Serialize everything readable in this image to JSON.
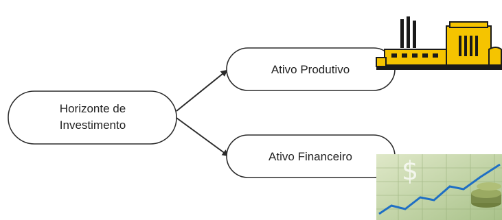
{
  "diagram": {
    "root": {
      "lines": [
        "Horizonte de",
        "Investimento"
      ]
    },
    "branches": [
      {
        "label": "Ativo Produtivo",
        "image": "factory-icon"
      },
      {
        "label": "Ativo Financeiro",
        "image": "financial-chart-coins-image"
      }
    ]
  },
  "colors": {
    "stroke": "#2b2b2b",
    "factory_fill": "#f5c400",
    "factory_dark": "#1a1a1a",
    "chart_bg": "#c8d9a8",
    "chart_line": "#1f6fc4",
    "coins": "#7a8a4a"
  }
}
